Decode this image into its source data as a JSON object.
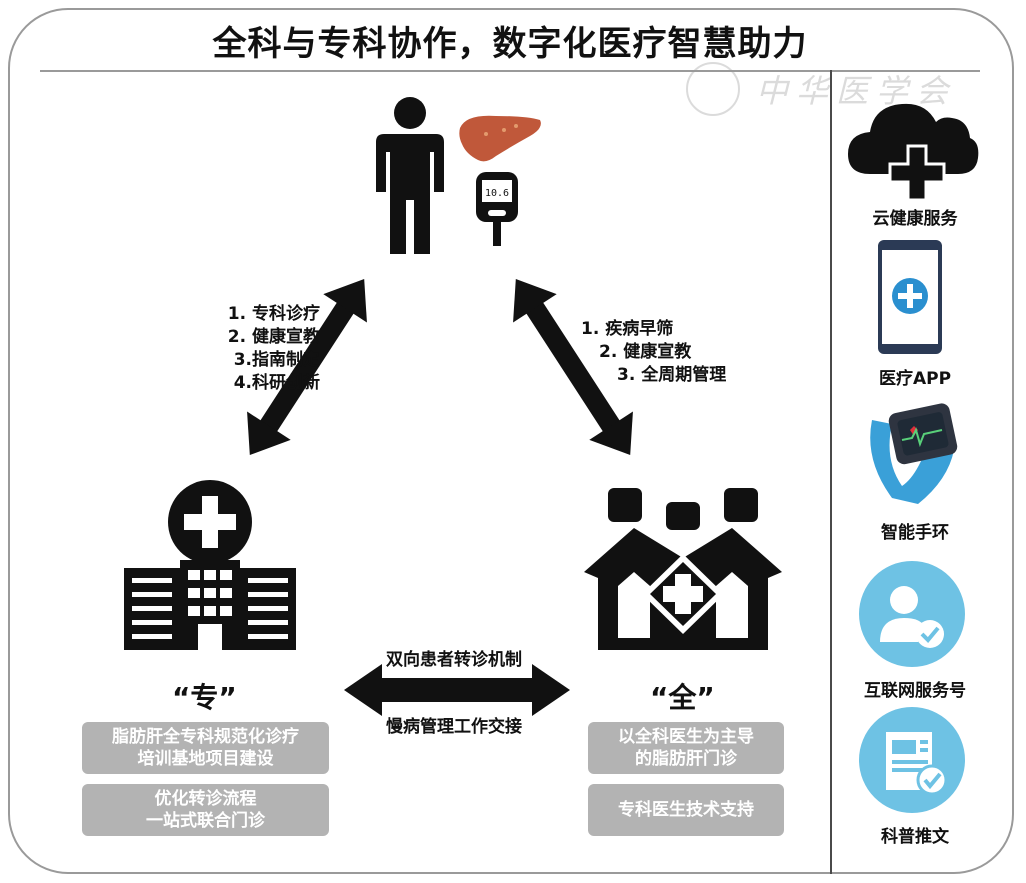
{
  "header": {
    "title": "全科与专科协作，数字化医疗智慧助力"
  },
  "watermark": {
    "text": "中华医学会"
  },
  "top_node": {
    "meter_reading": "10.6"
  },
  "left_link": {
    "items": [
      "1. 专科诊疗",
      "2. 健康宣教",
      "3.指南制定",
      "4.科研创新"
    ]
  },
  "right_link": {
    "items": [
      "1. 疾病早筛",
      "2. 健康宣教",
      "3. 全周期管理"
    ]
  },
  "specialist": {
    "label": "“专”",
    "boxes": [
      {
        "line1": "脂肪肝全专科规范化诊疗",
        "line2": "培训基地项目建设"
      },
      {
        "line1": "优化转诊流程",
        "line2": "一站式联合门诊"
      }
    ]
  },
  "general": {
    "label": "“全”",
    "boxes": [
      {
        "line1": "以全科医生为主导",
        "line2": "的脂肪肝门诊"
      },
      {
        "line1": "专科医生技术支持",
        "line2": ""
      }
    ]
  },
  "middle_link": {
    "top_label": "双向患者转诊机制",
    "bottom_label": "慢病管理工作交接"
  },
  "sidebar": {
    "items": [
      {
        "label": "云健康服务",
        "icon": "cloud-plus-icon"
      },
      {
        "label": "医疗APP",
        "icon": "phone-app-icon"
      },
      {
        "label": "智能手环",
        "icon": "smart-band-icon"
      },
      {
        "label": "互联网服务号",
        "icon": "user-check-icon"
      },
      {
        "label": "科普推文",
        "icon": "document-check-icon"
      }
    ]
  },
  "colors": {
    "liver": "#c0583a",
    "sky_blue": "#6ec2e4",
    "box_gray": "#b3b3b3",
    "ink": "#111111"
  }
}
